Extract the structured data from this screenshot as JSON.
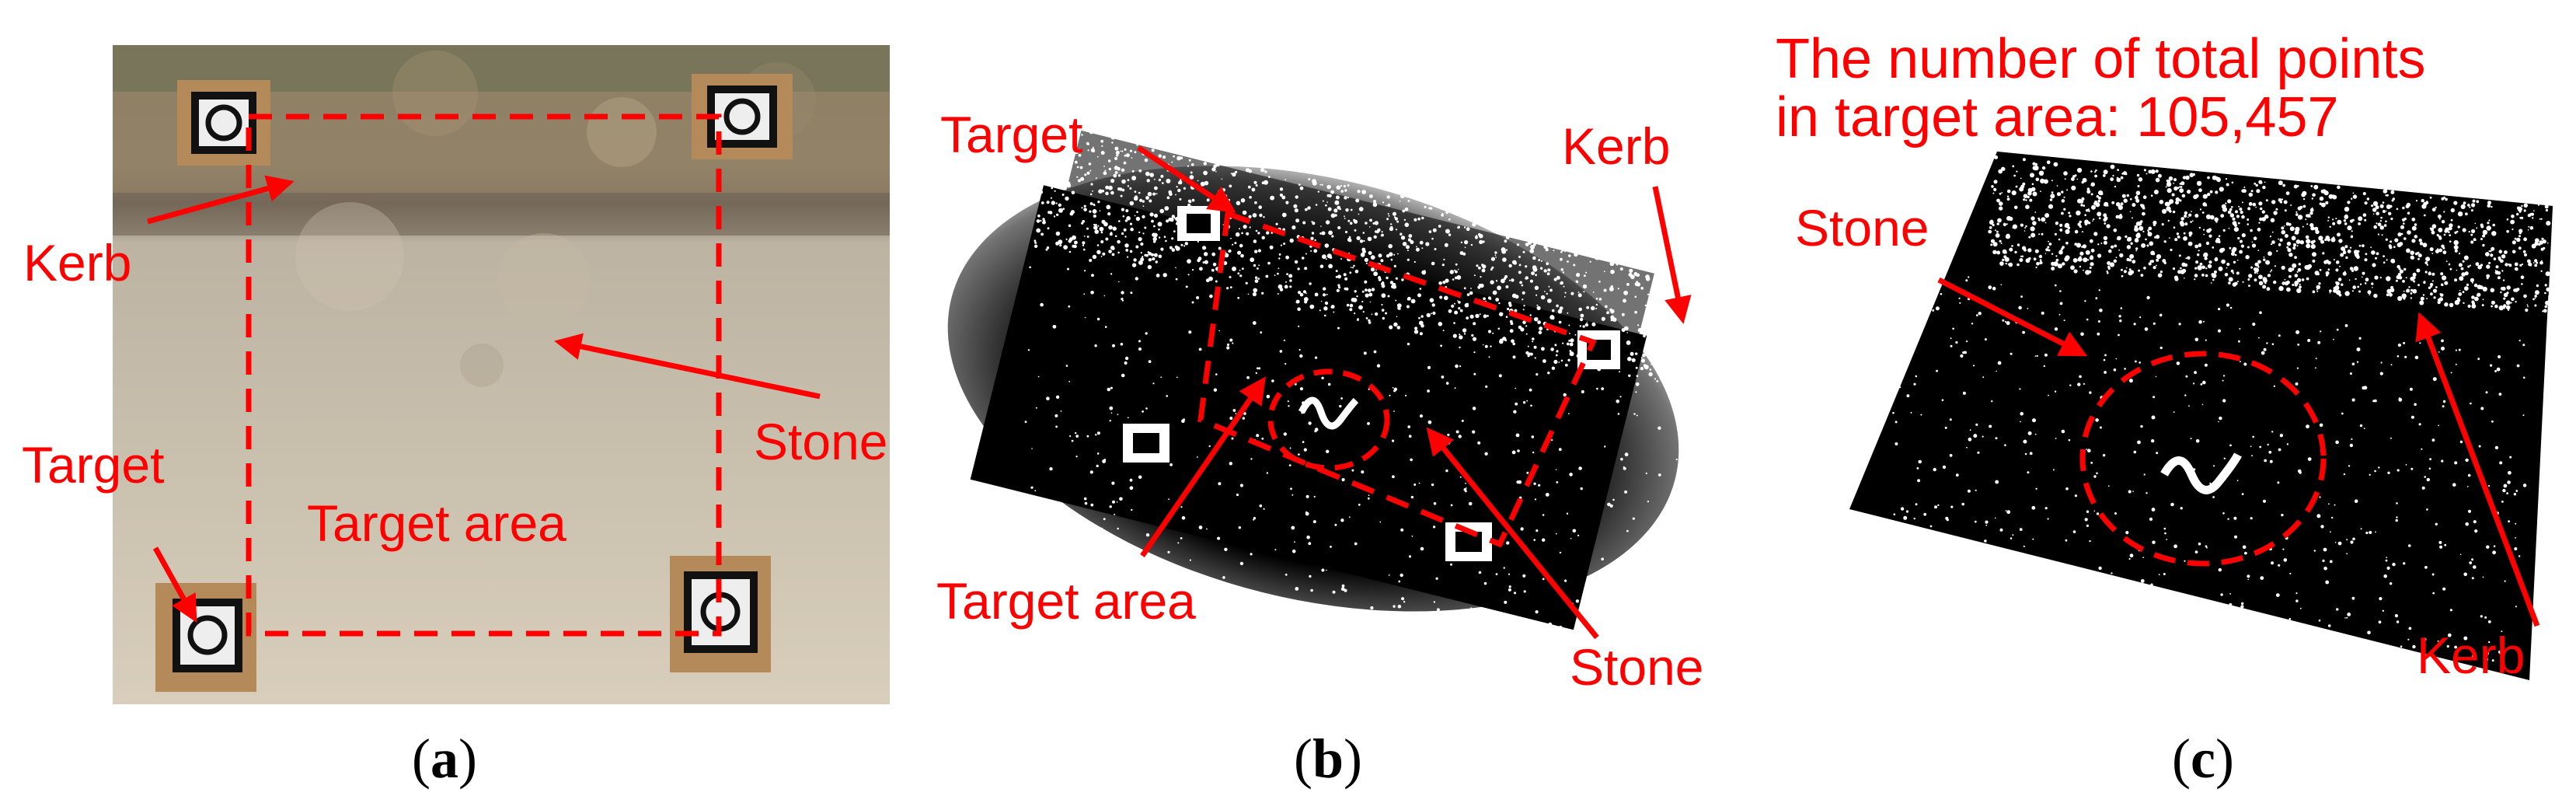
{
  "panels": {
    "a": {
      "caption_open": "(",
      "caption_letter": "a",
      "caption_close": ")",
      "labels": {
        "kerb": "Kerb",
        "target": "Target",
        "target_area": "Target area",
        "stone": "Stone"
      }
    },
    "b": {
      "caption_open": "(",
      "caption_letter": "b",
      "caption_close": ")",
      "labels": {
        "target": "Target",
        "kerb": "Kerb",
        "target_area": "Target area",
        "stone": "Stone"
      }
    },
    "c": {
      "caption_open": "(",
      "caption_letter": "c",
      "caption_close": ")",
      "labels": {
        "title_line1": "The number of total points",
        "title_line2": "in target area: 105,457",
        "stone": "Stone",
        "kerb": "Kerb"
      }
    }
  },
  "colors": {
    "annotation": "#ff0000",
    "photo_ground": "#cfc3ae",
    "photo_kerb": "#8a7a64",
    "cloud_bg": "#000000",
    "cloud_points": "#ffffff"
  }
}
